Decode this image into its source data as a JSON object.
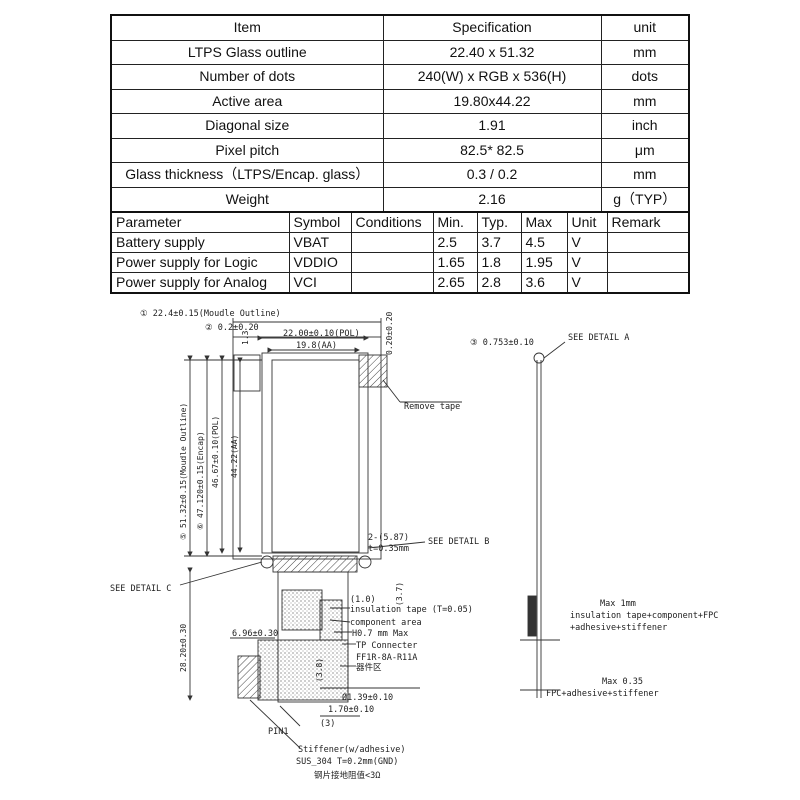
{
  "spec_table": {
    "header": {
      "item": "Item",
      "spec": "Specification",
      "unit": "unit"
    },
    "rows": [
      {
        "item": "LTPS Glass outline",
        "spec": "22.40 x 51.32",
        "unit": "mm"
      },
      {
        "item": "Number of dots",
        "spec": "240(W) x RGB x 536(H)",
        "unit": "dots"
      },
      {
        "item": "Active area",
        "spec": "19.80x44.22",
        "unit": "mm"
      },
      {
        "item": "Diagonal size",
        "spec": "1.91",
        "unit": "inch"
      },
      {
        "item": "Pixel pitch",
        "spec": "82.5* 82.5",
        "unit": "μm"
      },
      {
        "item": "Glass thickness（LTPS/Encap. glass）",
        "spec": "0.3 / 0.2",
        "unit": "mm"
      },
      {
        "item": "Weight",
        "spec": "2.16",
        "unit": "g（TYP）"
      }
    ]
  },
  "electrical_table": {
    "header": [
      "Parameter",
      "Symbol",
      "Conditions",
      "Min.",
      "Typ.",
      "Max",
      "Unit",
      "Remark"
    ],
    "rows": [
      [
        "Battery supply",
        "VBAT",
        "",
        "2.5",
        "3.7",
        "4.5",
        "V",
        ""
      ],
      [
        "Power supply for Logic",
        "VDDIO",
        "",
        "1.65",
        "1.8",
        "1.95",
        "V",
        ""
      ],
      [
        "Power supply for Analog",
        "VCI",
        "",
        "2.65",
        "2.8",
        "3.6",
        "V",
        ""
      ]
    ]
  },
  "drawing": {
    "module_outline": "① 22.4±0.15(Moudle Outline)",
    "offset_top": "② 0.2±0.20",
    "pol_width": "22.00±0.10(POL)",
    "aa_width": "19.8(AA)",
    "dim_13": "1.3",
    "dim_020": "0.20±0.20",
    "remove_tape": "Remove tape",
    "height_module": "⑤ 51.32±0.15(Moudle Outline)",
    "height_encap": "⑥ 47.120±0.15(Encap)",
    "height_pol": "46.67±0.10(POL)",
    "height_aa": "44.22(AA)",
    "dim_2_587": "2-(5.87)",
    "t035": "t=0.35mm",
    "see_detail_b": "SEE DETAIL B",
    "see_detail_c": "SEE DETAIL C",
    "see_detail_a": "SEE DETAIL A",
    "thickness_753": "③ 0.753±0.10",
    "dim_10": "(1.0)",
    "dim_37": "(3.7)",
    "insulation_tape": "insulation tape (T=0.05)",
    "component_area": "component area",
    "h07": "H0.7 mm Max",
    "tp_connecter": "TP Connecter",
    "ff1r": "FF1R-8A-R11A",
    "label_cn1": "器件区",
    "dim_696": "6.96±0.30",
    "dim_2820": "28.20±0.30",
    "dim_38": "(3.8)",
    "dim_139": "Ø1.39±0.10",
    "dim_170": "1.70±0.10",
    "dim_3": "(3)",
    "pin1": "PIN1",
    "stiffener": "Stiffener(w/adhesive)",
    "sus": "SUS_304  T=0.2mm(GND)",
    "note_cn": "钢片接地阻值<3Ω",
    "max_1mm": "Max 1mm",
    "side_stack": "insulation tape+component+FPC",
    "side_stack2": "+adhesive+stiffener",
    "max_035": "Max 0.35",
    "fpc_stack": "FPC+adhesive+stiffener"
  }
}
